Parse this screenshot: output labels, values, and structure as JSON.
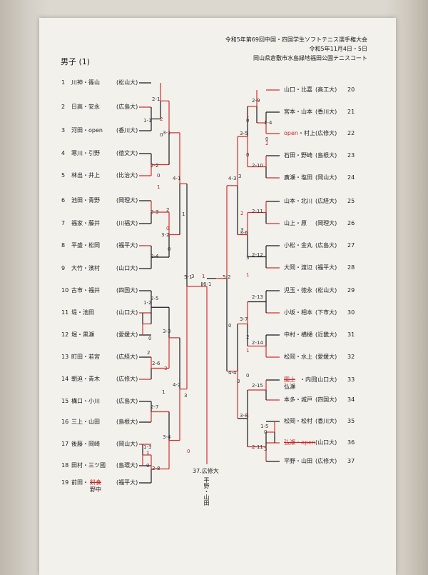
{
  "header": {
    "line1": "令和5年第69回中国・四国学生ソフトテニス選手権大会",
    "line2": "令和5年11月4日・5日",
    "line3": "岡山県倉敷市水島緑地福田公園テニスコート"
  },
  "section": "男子 (1)",
  "left": [
    {
      "n": "1",
      "name": "川神・篠山",
      "school": "(松山大)"
    },
    {
      "n": "2",
      "name": "日高・安永",
      "school": "(広島大)"
    },
    {
      "n": "3",
      "name": "河田・open",
      "school": "(香川大)"
    },
    {
      "n": "4",
      "name": "寒川・引野",
      "school": "(徳文大)"
    },
    {
      "n": "5",
      "name": "林出・井上",
      "school": "(比治大)"
    },
    {
      "n": "6",
      "name": "池田・青野",
      "school": "(岡理大)"
    },
    {
      "n": "7",
      "name": "福家・藤井",
      "school": "(川福大)"
    },
    {
      "n": "8",
      "name": "平盛・松岡",
      "school": "(福平大)"
    },
    {
      "n": "9",
      "name": "大竹・濱村",
      "school": "(山口大)"
    },
    {
      "n": "10",
      "name": "古市・福井",
      "school": "(四国大)"
    },
    {
      "n": "11",
      "name": "堤・池田",
      "school": "(山口大)"
    },
    {
      "n": "12",
      "name": "堀・黒瀬",
      "school": "(愛媛大)"
    },
    {
      "n": "13",
      "name": "町田・若宮",
      "school": "(広経大)"
    },
    {
      "n": "14",
      "name": "朝迫・青木",
      "school": "(広修大)"
    },
    {
      "n": "15",
      "name": "構口・小川",
      "school": "(広島大)"
    },
    {
      "n": "16",
      "name": "三上・山田",
      "school": "(島根大)"
    },
    {
      "n": "17",
      "name": "後藤・岡崎",
      "school": "(岡山大)"
    },
    {
      "n": "18",
      "name": "田村・三ツ國",
      "school": "(島環大)"
    },
    {
      "n": "19",
      "name": "前田・",
      "school": "(福平大)",
      "struck": "餅食",
      "sub": "野中"
    }
  ],
  "right": [
    {
      "n": "20",
      "name": "山口・比嘉",
      "school": "(高工大)"
    },
    {
      "n": "21",
      "name": "宮本・山本",
      "school": "(香川大)"
    },
    {
      "n": "22",
      "name": "・村上",
      "school": "(広修大)",
      "prefix": "open"
    },
    {
      "n": "23",
      "name": "石田・野崎",
      "school": "(島根大)"
    },
    {
      "n": "24",
      "name": "廣瀬・塩田",
      "school": "(岡山大)"
    },
    {
      "n": "25",
      "name": "山本・北川",
      "school": "(広経大)"
    },
    {
      "n": "26",
      "name": "山上・原",
      "school": "(岡理大)"
    },
    {
      "n": "27",
      "name": "小松・金丸",
      "school": "(広島大)"
    },
    {
      "n": "28",
      "name": "大岡・渡辺",
      "school": "(福平大)"
    },
    {
      "n": "29",
      "name": "児玉・徳永",
      "school": "(松山大)"
    },
    {
      "n": "30",
      "name": "小坂・相本",
      "school": "(下市大)"
    },
    {
      "n": "31",
      "name": "中村・横樋",
      "school": "(近畿大)"
    },
    {
      "n": "32",
      "name": "松岡・水上",
      "school": "(愛媛大)"
    },
    {
      "n": "33",
      "name": "・内田",
      "school": "(山口大)",
      "struck": "園上",
      "sub": "弘瀬"
    },
    {
      "n": "34",
      "name": "本多・城戸",
      "school": "(四国大)"
    },
    {
      "n": "35",
      "name": "松岡・松村",
      "school": "(香川大)"
    },
    {
      "n": "36",
      "name": "",
      "school": "(山口大)",
      "struck": "弘瀬・open"
    },
    {
      "n": "37",
      "name": "平野・山田",
      "school": "(広修大)"
    }
  ],
  "matches_left": [
    "1-1",
    "2-1",
    "3-1",
    "2-2",
    "4-1",
    "2-3",
    "3-2",
    "2-4",
    "1-2",
    "2-5",
    "3-3",
    "2-6",
    "4-2",
    "2-7",
    "3-4",
    "1-3",
    "2-8"
  ],
  "matches_right": [
    "2-9",
    "1-4",
    "3-5",
    "2-10",
    "4-3",
    "2-11",
    "3-6",
    "2-12",
    "2-13",
    "3-7",
    "2-14",
    "4-4",
    "2-15",
    "3-8",
    "1-5",
    "2-11"
  ],
  "center": {
    "left": "5-1",
    "right": "5-2",
    "final": "6-1",
    "winner": "37.広修大",
    "winner_names": "平野・山田"
  },
  "scores": [
    "2",
    "0",
    "0",
    "1",
    "1",
    "2",
    "0",
    "0",
    "3",
    "1",
    "0",
    "2",
    "3",
    "1",
    "3",
    "0",
    "1",
    "0",
    "1",
    "0",
    "0",
    "2",
    "0",
    "3",
    "2",
    "3",
    "3",
    "1",
    "0",
    "2",
    "1",
    "3",
    "0",
    "1",
    "0",
    "3"
  ],
  "colors": {
    "win": "#d32f2f",
    "line": "#1a1a1a"
  }
}
